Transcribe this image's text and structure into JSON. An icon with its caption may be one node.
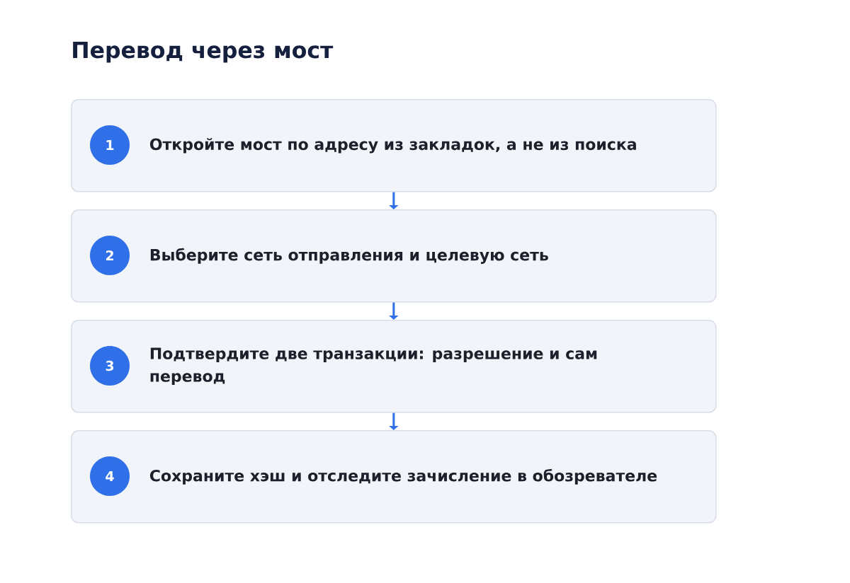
{
  "diagram": {
    "title": "Перевод через мост",
    "nodes": [
      {
        "text": [
          "Откройте мост по адресу из закладок, а не из поиска"
        ]
      },
      {
        "text": [
          "1"
        ],
        "in": 0
      },
      {
        "text": [
          "Выберите сеть отправления и целевую сеть"
        ]
      },
      {
        "text": [
          "2"
        ],
        "in": 2
      },
      {
        "text": [
          "Подтвердите две транзакции: разрешение и сам перевод"
        ]
      },
      {
        "text": [
          "3"
        ],
        "in": 4
      },
      {
        "text": [
          "Сохраните хэш и отследите зачисление в обозревателе"
        ]
      },
      {
        "text": [
          "4"
        ],
        "in": 6
      }
    ],
    "edges": [
      {
        "from": 0,
        "to": 2,
        "arrow": "to"
      },
      {
        "from": 2,
        "to": 4,
        "arrow": "to"
      },
      {
        "from": 4,
        "to": 6,
        "arrow": "to"
      }
    ]
  }
}
